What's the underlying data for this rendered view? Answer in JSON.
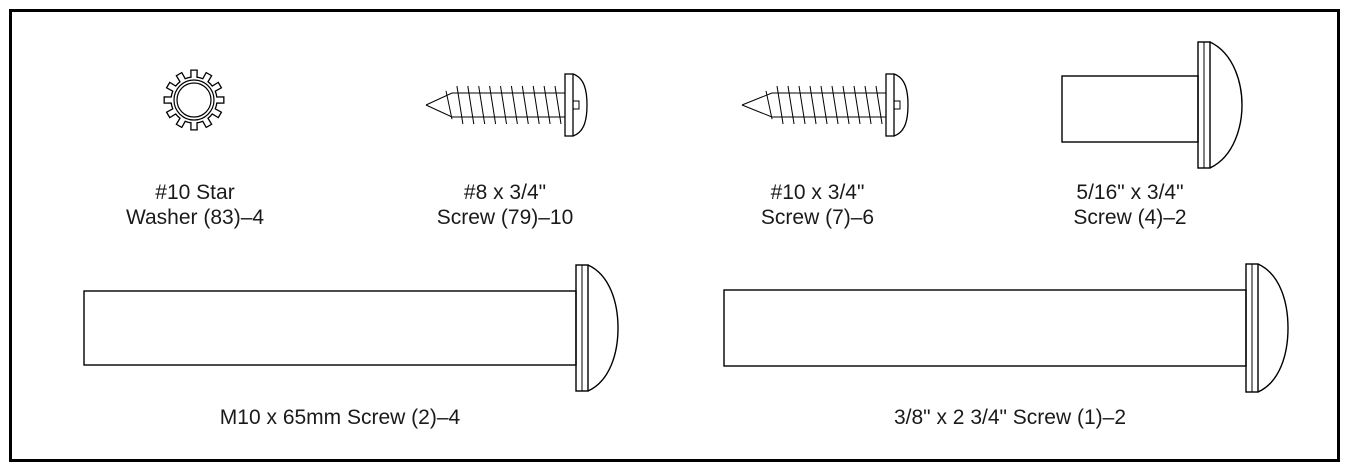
{
  "parts": [
    {
      "id": "star-washer",
      "icon": "star-washer-icon",
      "label_lines": [
        "#10 Star",
        "Washer (83)–4"
      ]
    },
    {
      "id": "screw-8",
      "icon": "sheet-metal-screw-icon",
      "label_lines": [
        "#8 x 3/4\"",
        "Screw (79)–10"
      ]
    },
    {
      "id": "screw-10",
      "icon": "sheet-metal-screw-icon",
      "label_lines": [
        "#10 x 3/4\"",
        "Screw (7)–6"
      ]
    },
    {
      "id": "screw-5-16",
      "icon": "button-head-bolt-icon",
      "label_lines": [
        "5/16\" x 3/4\"",
        "Screw (4)–2"
      ]
    },
    {
      "id": "screw-m10",
      "icon": "button-head-bolt-icon",
      "label_lines": [
        "M10 x 65mm Screw (2)–4"
      ]
    },
    {
      "id": "screw-3-8",
      "icon": "button-head-bolt-icon",
      "label_lines": [
        "3/8\" x 2 3/4\" Screw (1)–2"
      ]
    }
  ],
  "colors": {
    "line": "#000000",
    "text": "#1a1a1a",
    "background": "#ffffff"
  }
}
